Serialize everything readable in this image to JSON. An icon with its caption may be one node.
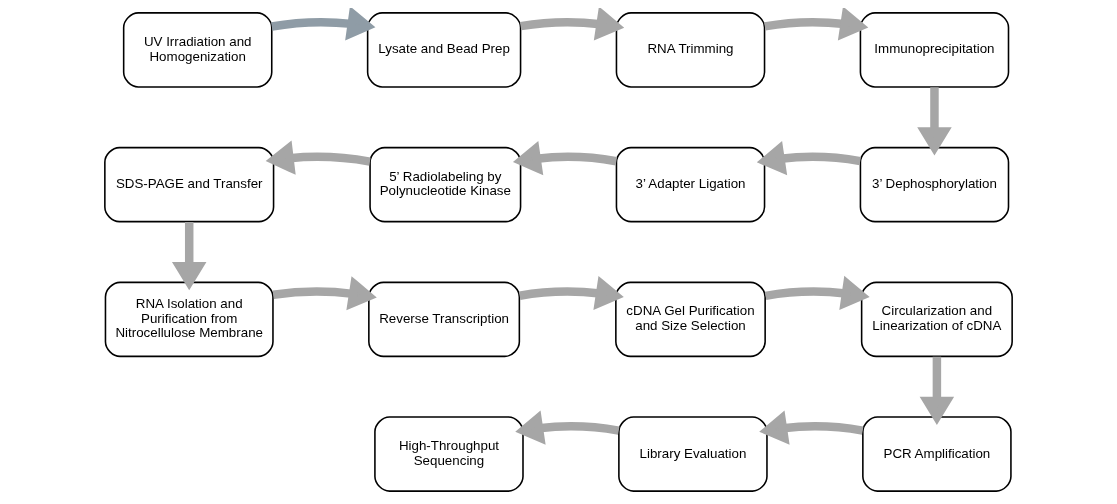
{
  "diagram": {
    "nodes": [
      {
        "text": [
          "UV Irradiation and Homogenization"
        ]
      },
      {
        "text": [
          "Lysate and Bead Prep"
        ]
      },
      {
        "text": [
          "RNA Trimming"
        ]
      },
      {
        "text": [
          "Immunoprecipitation"
        ]
      },
      {
        "text": [
          "SDS-PAGE and Transfer"
        ]
      },
      {
        "text": [
          "5’ Radiolabeling by Polynucleotide Kinase"
        ]
      },
      {
        "text": [
          "3’ Adapter Ligation"
        ]
      },
      {
        "text": [
          "3’ Dephosphorylation"
        ]
      },
      {
        "text": [
          "RNA Isolation and Purification from Nitrocellulose Membrane"
        ]
      },
      {
        "text": [
          "Reverse Transcription"
        ]
      },
      {
        "text": [
          "cDNA Gel Purification and Size Selection"
        ]
      },
      {
        "text": [
          "Circularization and Linearization of cDNA"
        ]
      },
      {
        "text": [
          "High-Throughput Sequencing"
        ]
      },
      {
        "text": [
          "Library Evaluation"
        ]
      },
      {
        "text": [
          "PCR Amplification"
        ]
      }
    ],
    "edges": [
      {
        "from": 0,
        "to": 1,
        "arrow": "to",
        "color": "#8f9ca6"
      },
      {
        "from": 1,
        "to": 2,
        "arrow": "to"
      },
      {
        "from": 2,
        "to": 3,
        "arrow": "to"
      },
      {
        "from": 3,
        "to": 7,
        "arrow": "to"
      },
      {
        "from": 7,
        "to": 6,
        "arrow": "to"
      },
      {
        "from": 6,
        "to": 5,
        "arrow": "to"
      },
      {
        "from": 5,
        "to": 4,
        "arrow": "to"
      },
      {
        "from": 4,
        "to": 8,
        "arrow": "to"
      },
      {
        "from": 8,
        "to": 9,
        "arrow": "to"
      },
      {
        "from": 9,
        "to": 10,
        "arrow": "to"
      },
      {
        "from": 10,
        "to": 11,
        "arrow": "to"
      },
      {
        "from": 11,
        "to": 14,
        "arrow": "to"
      },
      {
        "from": 14,
        "to": 13,
        "arrow": "to"
      },
      {
        "from": 13,
        "to": 12,
        "arrow": "to"
      }
    ]
  }
}
